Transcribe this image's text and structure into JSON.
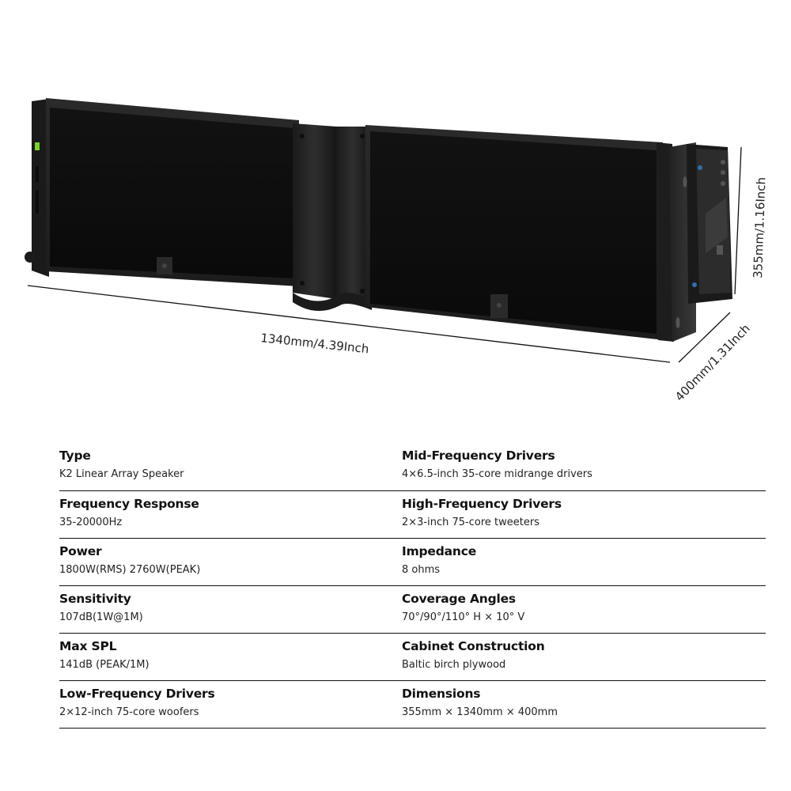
{
  "product": {
    "model": "K2 Linear Array Speaker",
    "accent_led_color": "#7ad32b",
    "cabinet_color": "#141414"
  },
  "dimensions": {
    "width_label": "1340mm/4.39Inch",
    "height_label": "355mm/1.16Inch",
    "depth_label": "400mm/1.31Inch"
  },
  "specs": {
    "rows": [
      {
        "left": {
          "label": "Type",
          "value": "K2 Linear Array Speaker"
        },
        "right": {
          "label": "Mid-Frequency Drivers",
          "value": "4×6.5-inch 35-core midrange drivers"
        }
      },
      {
        "left": {
          "label": "Frequency Response",
          "value": "35-20000Hz"
        },
        "right": {
          "label": "High-Frequency Drivers",
          "value": "2×3-inch 75-core tweeters"
        }
      },
      {
        "left": {
          "label": "Power",
          "value": "1800W(RMS) 2760W(PEAK)"
        },
        "right": {
          "label": "Impedance",
          "value": "8 ohms"
        }
      },
      {
        "left": {
          "label": "Sensitivity",
          "value": "107dB(1W@1M)"
        },
        "right": {
          "label": "Coverage Angles",
          "value": "70°/90°/110° H × 10° V"
        }
      },
      {
        "left": {
          "label": "Max SPL",
          "value": "141dB (PEAK/1M)"
        },
        "right": {
          "label": "Cabinet Construction",
          "value": "Baltic birch plywood"
        }
      },
      {
        "left": {
          "label": "Low-Frequency Drivers",
          "value": "2×12-inch 75-core woofers"
        },
        "right": {
          "label": "Dimensions",
          "value": "355mm × 1340mm × 400mm"
        }
      }
    ]
  }
}
